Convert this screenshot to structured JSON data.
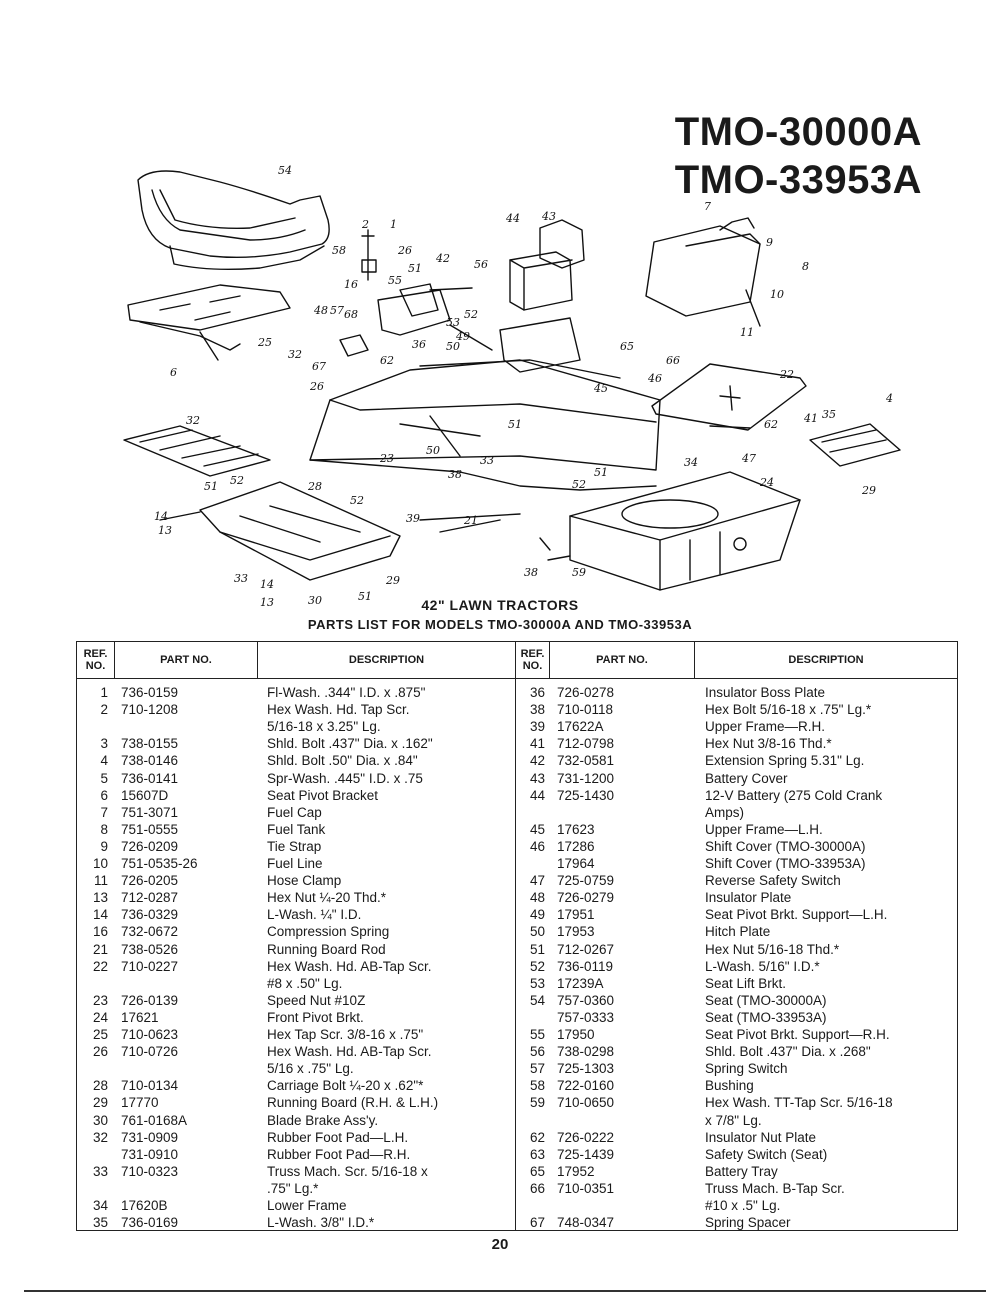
{
  "header": {
    "model_1": "TMO-30000A",
    "model_2": "TMO-33953A"
  },
  "diagram": {
    "callouts": [
      "54",
      "6",
      "25",
      "2",
      "1",
      "58",
      "16",
      "26",
      "51",
      "42",
      "56",
      "55",
      "52",
      "53",
      "48",
      "57",
      "68",
      "36",
      "50",
      "32",
      "67",
      "26",
      "62",
      "44",
      "43",
      "65",
      "7",
      "9",
      "8",
      "10",
      "11",
      "22",
      "66",
      "46",
      "45",
      "62",
      "47",
      "41",
      "35",
      "4",
      "29",
      "32",
      "23",
      "50",
      "33",
      "34",
      "24",
      "38",
      "28",
      "52",
      "51",
      "51",
      "14",
      "13",
      "52",
      "33",
      "14",
      "13",
      "30",
      "51",
      "29",
      "39",
      "21",
      "38",
      "59",
      "52",
      "51",
      "49"
    ]
  },
  "captions": {
    "line1": "42\" LAWN TRACTORS",
    "line2": "PARTS LIST FOR MODELS TMO-30000A AND TMO-33953A"
  },
  "table": {
    "headers": {
      "ref": "REF. NO.",
      "part": "PART NO.",
      "description": "DESCRIPTION"
    },
    "left": [
      {
        "ref": "1",
        "part": "736-0159",
        "desc": "Fl-Wash. .344\" I.D. x .875\""
      },
      {
        "ref": "2",
        "part": "710-1208",
        "desc": "Hex Wash. Hd. Tap Scr."
      },
      {
        "ref": "",
        "part": "",
        "desc": "5/16-18 x 3.25\" Lg."
      },
      {
        "ref": "3",
        "part": "738-0155",
        "desc": "Shld. Bolt .437\" Dia. x .162\""
      },
      {
        "ref": "4",
        "part": "738-0146",
        "desc": "Shld. Bolt .50\" Dia. x .84\""
      },
      {
        "ref": "5",
        "part": "736-0141",
        "desc": "Spr-Wash. .445\" I.D. x .75"
      },
      {
        "ref": "6",
        "part": "15607D",
        "desc": "Seat Pivot Bracket"
      },
      {
        "ref": "7",
        "part": "751-3071",
        "desc": "Fuel Cap"
      },
      {
        "ref": "8",
        "part": "751-0555",
        "desc": "Fuel Tank"
      },
      {
        "ref": "9",
        "part": "726-0209",
        "desc": "Tie Strap"
      },
      {
        "ref": "10",
        "part": "751-0535-26",
        "desc": "Fuel Line"
      },
      {
        "ref": "11",
        "part": "726-0205",
        "desc": "Hose Clamp"
      },
      {
        "ref": "13",
        "part": "712-0287",
        "desc": "Hex Nut ¼-20 Thd.*"
      },
      {
        "ref": "14",
        "part": "736-0329",
        "desc": "L-Wash. ¼\" I.D."
      },
      {
        "ref": "16",
        "part": "732-0672",
        "desc": "Compression Spring"
      },
      {
        "ref": "21",
        "part": "738-0526",
        "desc": "Running Board Rod"
      },
      {
        "ref": "22",
        "part": "710-0227",
        "desc": "Hex Wash. Hd. AB-Tap Scr."
      },
      {
        "ref": "",
        "part": "",
        "desc": "#8 x .50\" Lg."
      },
      {
        "ref": "23",
        "part": "726-0139",
        "desc": "Speed Nut #10Z"
      },
      {
        "ref": "24",
        "part": "17621",
        "desc": "Front Pivot Brkt."
      },
      {
        "ref": "25",
        "part": "710-0623",
        "desc": "Hex Tap Scr. 3/8-16 x .75\""
      },
      {
        "ref": "26",
        "part": "710-0726",
        "desc": "Hex Wash. Hd. AB-Tap Scr."
      },
      {
        "ref": "",
        "part": "",
        "desc": "5/16 x .75\" Lg."
      },
      {
        "ref": "28",
        "part": "710-0134",
        "desc": "Carriage Bolt ¼-20 x .62\"*"
      },
      {
        "ref": "29",
        "part": "17770",
        "desc": "Running Board (R.H. & L.H.)"
      },
      {
        "ref": "30",
        "part": "761-0168A",
        "desc": "Blade Brake Ass'y."
      },
      {
        "ref": "32",
        "part": "731-0909",
        "desc": "Rubber Foot Pad—L.H."
      },
      {
        "ref": "",
        "part": "731-0910",
        "desc": "Rubber Foot Pad—R.H."
      },
      {
        "ref": "33",
        "part": "710-0323",
        "desc": "Truss Mach. Scr. 5/16-18 x"
      },
      {
        "ref": "",
        "part": "",
        "desc": ".75\" Lg.*"
      },
      {
        "ref": "34",
        "part": "17620B",
        "desc": "Lower Frame"
      },
      {
        "ref": "35",
        "part": "736-0169",
        "desc": "L-Wash. 3/8\" I.D.*"
      }
    ],
    "right": [
      {
        "ref": "36",
        "part": "726-0278",
        "desc": "Insulator Boss Plate"
      },
      {
        "ref": "38",
        "part": "710-0118",
        "desc": "Hex Bolt 5/16-18 x .75\" Lg.*"
      },
      {
        "ref": "39",
        "part": "17622A",
        "desc": "Upper Frame—R.H."
      },
      {
        "ref": "41",
        "part": "712-0798",
        "desc": "Hex Nut 3/8-16 Thd.*"
      },
      {
        "ref": "42",
        "part": "732-0581",
        "desc": "Extension Spring 5.31\" Lg."
      },
      {
        "ref": "43",
        "part": "731-1200",
        "desc": "Battery Cover"
      },
      {
        "ref": "44",
        "part": "725-1430",
        "desc": "12-V Battery (275 Cold Crank"
      },
      {
        "ref": "",
        "part": "",
        "desc": "Amps)"
      },
      {
        "ref": "45",
        "part": "17623",
        "desc": "Upper Frame—L.H."
      },
      {
        "ref": "46",
        "part": "17286",
        "desc": "Shift Cover (TMO-30000A)"
      },
      {
        "ref": "",
        "part": "17964",
        "desc": "Shift Cover (TMO-33953A)"
      },
      {
        "ref": "47",
        "part": "725-0759",
        "desc": "Reverse Safety Switch"
      },
      {
        "ref": "48",
        "part": "726-0279",
        "desc": "Insulator Plate"
      },
      {
        "ref": "49",
        "part": "17951",
        "desc": "Seat Pivot Brkt. Support—L.H."
      },
      {
        "ref": "50",
        "part": "17953",
        "desc": "Hitch Plate"
      },
      {
        "ref": "51",
        "part": "712-0267",
        "desc": "Hex Nut 5/16-18 Thd.*"
      },
      {
        "ref": "52",
        "part": "736-0119",
        "desc": "L-Wash. 5/16\" I.D.*"
      },
      {
        "ref": "53",
        "part": "17239A",
        "desc": "Seat Lift Brkt."
      },
      {
        "ref": "54",
        "part": "757-0360",
        "desc": "Seat (TMO-30000A)"
      },
      {
        "ref": "",
        "part": "757-0333",
        "desc": "Seat (TMO-33953A)"
      },
      {
        "ref": "55",
        "part": "17950",
        "desc": "Seat Pivot Brkt. Support—R.H."
      },
      {
        "ref": "56",
        "part": "738-0298",
        "desc": "Shld. Bolt .437\" Dia. x .268\""
      },
      {
        "ref": "57",
        "part": "725-1303",
        "desc": "Spring Switch"
      },
      {
        "ref": "58",
        "part": "722-0160",
        "desc": "Bushing"
      },
      {
        "ref": "59",
        "part": "710-0650",
        "desc": "Hex Wash. TT-Tap Scr. 5/16-18"
      },
      {
        "ref": "",
        "part": "",
        "desc": "x 7/8\" Lg."
      },
      {
        "ref": "62",
        "part": "726-0222",
        "desc": "Insulator Nut Plate"
      },
      {
        "ref": "63",
        "part": "725-1439",
        "desc": "Safety Switch (Seat)"
      },
      {
        "ref": "65",
        "part": "17952",
        "desc": "Battery Tray"
      },
      {
        "ref": "66",
        "part": "710-0351",
        "desc": "Truss Mach. B-Tap Scr."
      },
      {
        "ref": "",
        "part": "",
        "desc": "#10 x .5\" Lg."
      },
      {
        "ref": "67",
        "part": "748-0347",
        "desc": "Spring Spacer"
      }
    ]
  },
  "page_number": "20"
}
